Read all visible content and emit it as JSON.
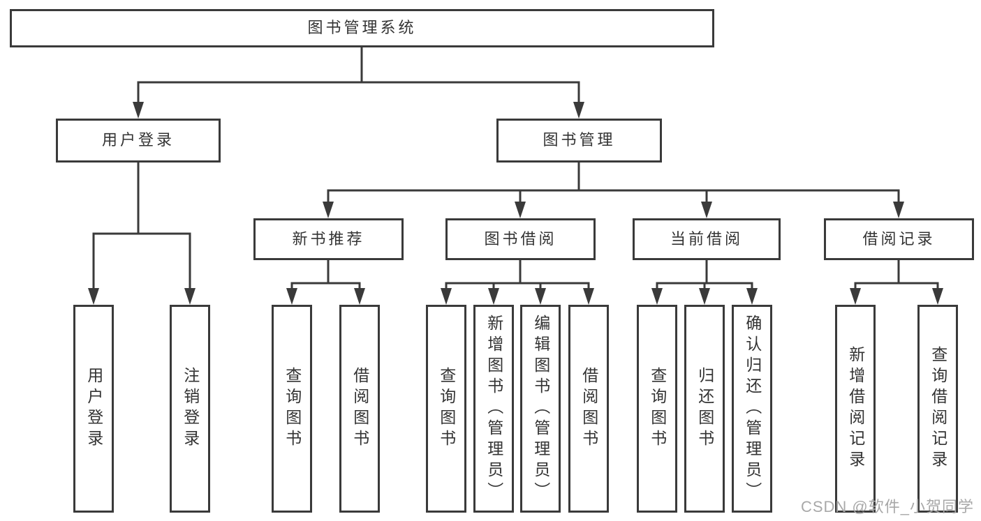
{
  "diagram": {
    "root": {
      "label": "图书管理系统"
    },
    "branches": [
      {
        "label": "用户登录",
        "children": [
          {
            "label": "用户登录"
          },
          {
            "label": "注销登录"
          }
        ]
      },
      {
        "label": "图书管理",
        "children": [
          {
            "label": "新书推荐",
            "children": [
              {
                "label": "查询图书"
              },
              {
                "label": "借阅图书"
              }
            ]
          },
          {
            "label": "图书借阅",
            "children": [
              {
                "label": "查询图书"
              },
              {
                "label": "新增图书（管理员）"
              },
              {
                "label": "编辑图书（管理员）"
              },
              {
                "label": "借阅图书"
              }
            ]
          },
          {
            "label": "当前借阅",
            "children": [
              {
                "label": "查询图书"
              },
              {
                "label": "归还图书"
              },
              {
                "label": "确认归还（管理员）"
              }
            ]
          },
          {
            "label": "借阅记录",
            "children": [
              {
                "label": "新增借阅记录"
              },
              {
                "label": "查询借阅记录"
              }
            ]
          }
        ]
      }
    ]
  },
  "watermark": {
    "text": "CSDN @软件_小贺同学"
  },
  "colors": {
    "line": "#3a3a3a",
    "box_border": "#3a3a3a",
    "text": "#333333",
    "watermark": "#a8a8a8",
    "background": "#ffffff"
  }
}
